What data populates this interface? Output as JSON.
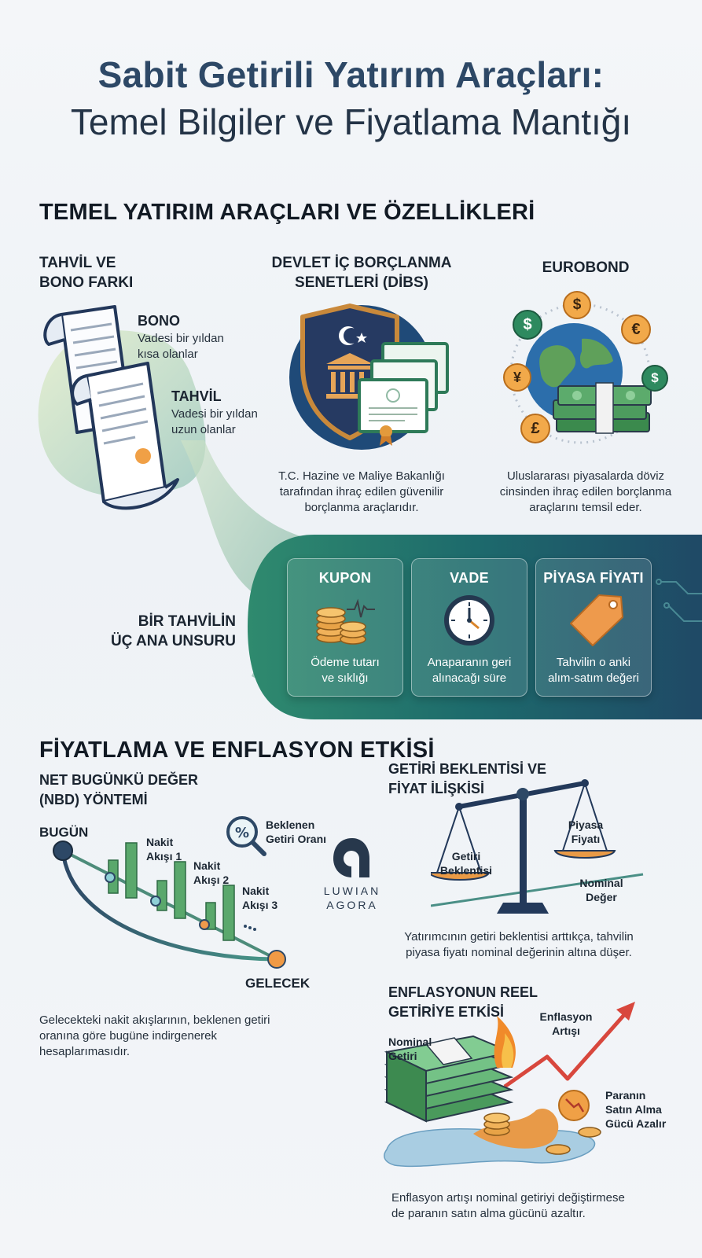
{
  "title": {
    "line1": "Sabit Getirili Yatırım Araçları:",
    "line2": "Temel Bilgiler ve Fiyatlama Mantığı"
  },
  "section1": {
    "heading": "TEMEL YATIRIM ARAÇLARI VE ÖZELLİKLERİ",
    "tahvil_bono": {
      "title_line1": "TAHVİL VE",
      "title_line2": "BONO FARKI",
      "bono": {
        "label": "BONO",
        "desc_line1": "Vadesi bir yıldan",
        "desc_line2": "kısa olanlar"
      },
      "tahvil": {
        "label": "TAHVİL",
        "desc_line1": "Vadesi bir yıldan",
        "desc_line2": "uzun olanlar"
      }
    },
    "dibs": {
      "title_line1": "DEVLET İÇ BORÇLANMA",
      "title_line2": "SENETLERİ (DİBS)",
      "desc_line1": "T.C. Hazine ve Maliye Bakanlığı",
      "desc_line2": "tarafından ihraç edilen güvenilir",
      "desc_line3": "borçlanma araçlarıdır."
    },
    "eurobond": {
      "title": "EUROBOND",
      "desc_line1": "Uluslararası piyasalarda döviz",
      "desc_line2": "cinsinden ihraç edilen borçlanma",
      "desc_line3": "araçlarını temsil eder.",
      "currencies": [
        "$",
        "$",
        "€",
        "¥",
        "$",
        "£"
      ]
    },
    "elements": {
      "label_line1": "BİR TAHVİLİN",
      "label_line2": "ÜÇ ANA UNSURU",
      "cards": [
        {
          "title": "KUPON",
          "desc_line1": "Ödeme tutarı",
          "desc_line2": "ve sıklığı",
          "icon": "coins-icon"
        },
        {
          "title": "VADE",
          "desc_line1": "Anaparanın geri",
          "desc_line2": "alınacağı süre",
          "icon": "clock-icon"
        },
        {
          "title": "PİYASA FİYATI",
          "desc_line1": "Tahvilin o anki",
          "desc_line2": "alım-satım değeri",
          "icon": "price-tag-icon"
        }
      ]
    }
  },
  "section2": {
    "heading": "FİYATLAMA VE ENFLASYON ETKİSİ",
    "nbd": {
      "title_line1": "NET BUGÜNKÜ DEĞER",
      "title_line2": "(NBD) YÖNTEMİ",
      "today": "BUGÜN",
      "future": "GELECEK",
      "rate_line1": "Beklenen",
      "rate_line2": "Getiri Oranı",
      "flows": [
        {
          "line1": "Nakit",
          "line2": "Akışı 1"
        },
        {
          "line1": "Nakit",
          "line2": "Akışı 2"
        },
        {
          "line1": "Nakit",
          "line2": "Akışı 3"
        }
      ],
      "ellipsis": "...",
      "desc_line1": "Gelecekteki nakit akışlarının, beklenen getiri",
      "desc_line2": "oranına göre bugüne indirgenerek",
      "desc_line3": "hesaplarımasıdır."
    },
    "logo": {
      "line1": "LUWIAN",
      "line2": "AGORA"
    },
    "relation": {
      "title_line1": "GETİRİ BEKLENTİSİ VE",
      "title_line2": "FİYAT İLİŞKİSİ",
      "left_line1": "Getiri",
      "left_line2": "Beklentisi",
      "right_line1": "Piyasa",
      "right_line2": "Fiyatı",
      "nominal_line1": "Nominal",
      "nominal_line2": "Değer",
      "desc_line1": "Yatırımcının getiri beklentisi arttıkça, tahvilin",
      "desc_line2": "piyasa fiyatı nominal değerinin altına düşer."
    },
    "inflation": {
      "title_line1": "ENFLASYONUN REEL",
      "title_line2": "GETİRİYE ETKİSİ",
      "nominal_line1": "Nominal",
      "nominal_line2": "Getiri",
      "rise_line1": "Enflasyon",
      "rise_line2": "Artışı",
      "power_line1": "Paranın",
      "power_line2": "Satın Alma",
      "power_line3": "Gücü Azalır",
      "desc_line1": "Enflasyon artışı nominal getiriyi değiştirmese",
      "desc_line2": "de paranın satın alma gücünü azaltır."
    }
  },
  "colors": {
    "navy": "#2d4866",
    "teal": "#1f6b6a",
    "gold": "#e7983a",
    "green": "#2f8a5a"
  }
}
